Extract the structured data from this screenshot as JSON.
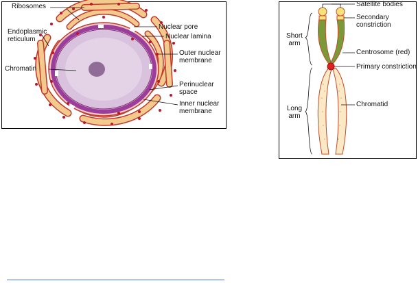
{
  "nucleus_diagram": {
    "labels": {
      "ribosomes": "Ribosomes",
      "er_line1": "Endoplasmic",
      "er_line2": "reticulum",
      "chromatin": "Chromatin",
      "nuclear_pore": "Nuclear pore",
      "nuclear_lamina": "Nuclear lamina",
      "outer_line1": "Outer nuclear",
      "outer_line2": "membrane",
      "peri_line1": "Perinuclear",
      "peri_line2": "space",
      "inner_line1": "Inner nuclear",
      "inner_line2": "membrane"
    },
    "colors": {
      "er_fill": "#f3c98e",
      "er_outline": "#c0392b",
      "ribosome": "#c0142a",
      "lamina": "#9b3d9b",
      "nucleoplasm": "#d9c2de",
      "nucleolus": "#8f6d96"
    }
  },
  "chromosome_diagram": {
    "labels": {
      "satellite_bodies": "Satellite bodies",
      "secondary_line1": "Secondary",
      "secondary_line2": "constriction",
      "centrosome": "Centrosome (red)",
      "primary_constriction": "Primary constriction",
      "chromatid": "Chromatid",
      "short_line1": "Short",
      "short_line2": "arm",
      "long_line1": "Long",
      "long_line2": "arm"
    },
    "colors": {
      "short_arm_fill": "#7a9a3a",
      "satellite_fill": "#f6e27a",
      "centromere": "#e02020",
      "long_arm_fill": "#fbe8c4",
      "outline": "#c44a2a"
    }
  }
}
